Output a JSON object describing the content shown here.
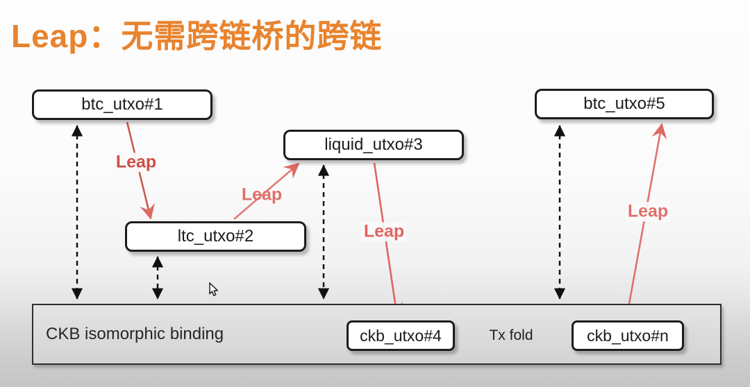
{
  "title": "Leap：无需跨链桥的跨链",
  "colors": {
    "title_orange": "#e8832e",
    "leap_arrow_red": "#dd6a62",
    "leap_label_red": "#d65a52",
    "box_border_black": "#1c1c1c",
    "bar_fill_gray": "#d9d9d9"
  },
  "boxes": {
    "btc1": {
      "label": "btc_utxo#1"
    },
    "ltc2": {
      "label": "ltc_utxo#2"
    },
    "liquid3": {
      "label": "liquid_utxo#3"
    },
    "btc5": {
      "label": "btc_utxo#5"
    },
    "ckb4": {
      "label": "ckb_utxo#4"
    },
    "ckbn": {
      "label": "ckb_utxo#n"
    }
  },
  "bar": {
    "label": "CKB isomorphic binding"
  },
  "edges": {
    "leap_label": "Leap",
    "tx_fold_label": "Tx fold",
    "leap_count": "4",
    "dashed_binding_links": "4"
  }
}
